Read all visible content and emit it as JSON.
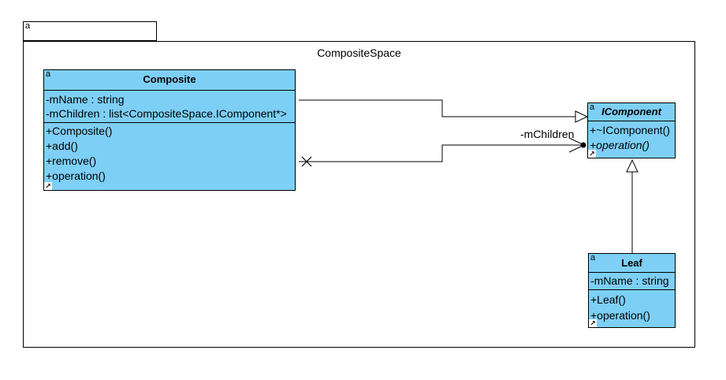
{
  "package": {
    "tab_marker": "a",
    "name": "CompositeSpace"
  },
  "classes": {
    "composite": {
      "marker": "a",
      "name": "Composite",
      "attributes": [
        "-mName : string",
        "-mChildren : list<CompositeSpace.IComponent*>"
      ],
      "operations": [
        "+Composite()",
        "+add()",
        "+remove()",
        "+operation()"
      ],
      "color": "#7dcff5"
    },
    "icomponent": {
      "marker": "a",
      "name": "IComponent",
      "operations": [
        "+~IComponent()",
        "+operation()"
      ]
    },
    "leaf": {
      "marker": "a",
      "name": "Leaf",
      "attributes": [
        "-mName : string"
      ],
      "operations": [
        "+Leaf()",
        "+operation()"
      ]
    }
  },
  "relations": {
    "association_label": "-mChildren"
  },
  "link_icon": "↗"
}
